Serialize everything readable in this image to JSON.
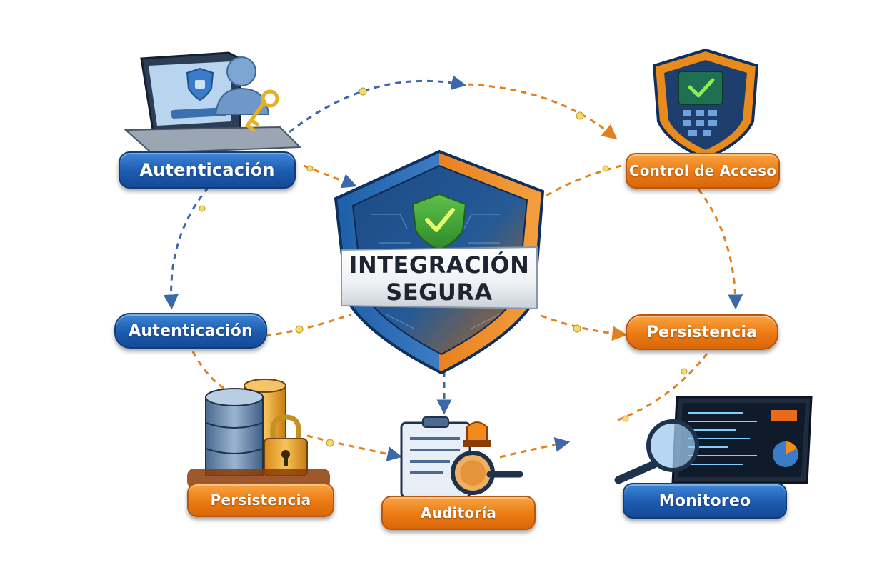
{
  "center": {
    "line1": "INTEGRACIÓN",
    "line2": "SEGURA"
  },
  "nodes": {
    "autenticacion_top": "Autenticación",
    "control_acceso": "Control de Acceso",
    "autenticacion_mid": "Autenticación",
    "persistencia_right": "Persistencia",
    "persistencia_bottom": "Persistencia",
    "auditoria": "Auditoría",
    "monitoreo": "Monitoreo"
  },
  "colors": {
    "blue": "#1c5bb0",
    "orange": "#ec7a12",
    "check_green": "#7fd63a",
    "shield_blue": "#1e4f8f"
  },
  "icons": [
    "laptop-icon",
    "user-icon",
    "key-icon",
    "shield-icon",
    "keypad-icon",
    "database-icon",
    "padlock-icon",
    "clipboard-icon",
    "magnifier-icon",
    "siren-icon",
    "monitor-icon",
    "checkmark-icon"
  ]
}
